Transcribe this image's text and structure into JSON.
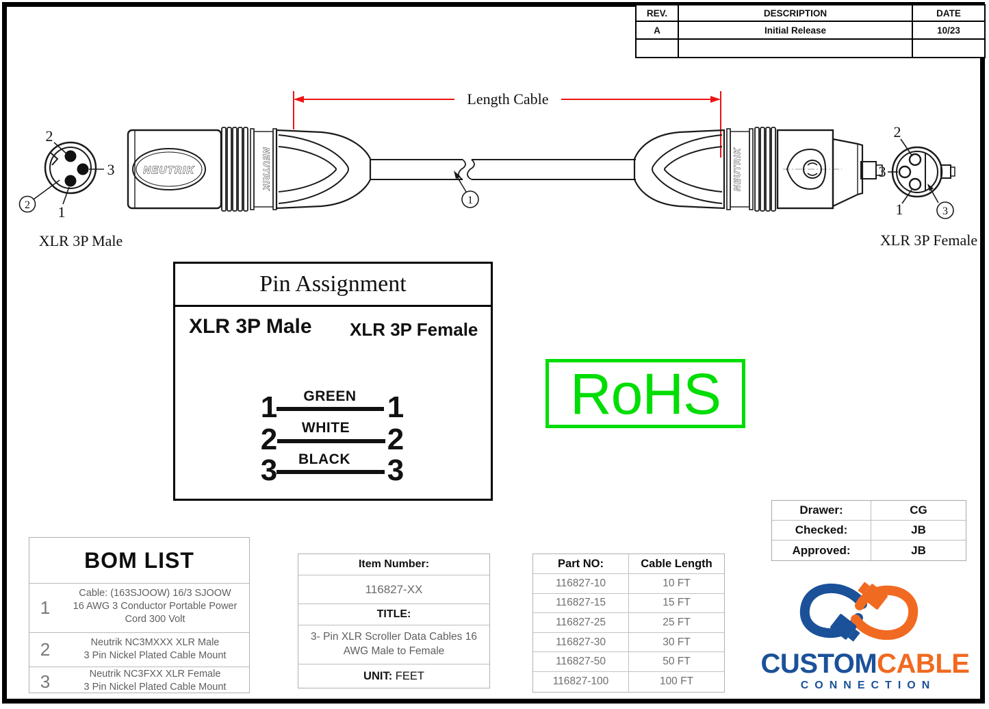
{
  "revision_table": {
    "headers": [
      "REV.",
      "DESCRIPTION",
      "DATE"
    ],
    "rows": [
      {
        "rev": "A",
        "description": "Initial Release",
        "date": "10/23"
      },
      {
        "rev": "",
        "description": "",
        "date": ""
      }
    ]
  },
  "drawing": {
    "length_label": "Length Cable",
    "brand": "NEUTRIK",
    "male": {
      "label": "XLR 3P Male",
      "pin_labels": {
        "p1": "1",
        "p2": "2",
        "p3": "3"
      },
      "balloon": "2"
    },
    "female": {
      "label": "XLR 3P Female",
      "pin_labels": {
        "p1": "1",
        "p2": "2",
        "p3": "3"
      },
      "balloon": "3"
    },
    "cable_balloon": "1"
  },
  "pin_assignment": {
    "title": "Pin Assignment",
    "left_header": "XLR 3P Male",
    "right_header": "XLR 3P Female",
    "rows": [
      {
        "left": "1",
        "wire": "GREEN",
        "right": "1"
      },
      {
        "left": "2",
        "wire": "WHITE",
        "right": "2"
      },
      {
        "left": "3",
        "wire": "BLACK",
        "right": "3"
      }
    ],
    "wire_colors": {
      "GREEN": "#00a651",
      "WHITE": "#ffffff",
      "BLACK": "#000000"
    }
  },
  "rohs": {
    "label": "RoHS",
    "color": "#00dd05"
  },
  "approval_table": {
    "rows": [
      {
        "label": "Drawer:",
        "value": "CG"
      },
      {
        "label": "Checked:",
        "value": "JB"
      },
      {
        "label": "Approved:",
        "value": "JB"
      }
    ]
  },
  "bom": {
    "title": "BOM LIST",
    "items": [
      {
        "no": "1",
        "lines": [
          "Cable: (163SJOOW) 16/3 SJOOW",
          "16 AWG 3 Conductor Portable Power",
          "Cord 300 Volt"
        ]
      },
      {
        "no": "2",
        "lines": [
          "Neutrik NC3MXXX XLR Male",
          "3 Pin Nickel Plated Cable Mount"
        ]
      },
      {
        "no": "3",
        "lines": [
          "Neutrik NC3FXX XLR Female",
          "3 Pin Nickel Plated Cable Mount"
        ]
      }
    ]
  },
  "item_info": {
    "item_number_label": "Item Number:",
    "item_number": "116827-XX",
    "title_label": "TITLE:",
    "title": "3- Pin XLR Scroller Data Cables 16 AWG Male to Female",
    "unit_label": "UNIT:",
    "unit": "FEET"
  },
  "part_table": {
    "headers": [
      "Part NO:",
      "Cable Length"
    ],
    "rows": [
      [
        "116827-10",
        "10 FT"
      ],
      [
        "116827-15",
        "15 FT"
      ],
      [
        "116827-25",
        "25 FT"
      ],
      [
        "116827-30",
        "30 FT"
      ],
      [
        "116827-50",
        "50 FT"
      ],
      [
        "116827-100",
        "100 FT"
      ]
    ]
  },
  "logo": {
    "custom": "CUSTOM",
    "cable": "CABLE",
    "connection": "CONNECTION",
    "blue": "#1b5199",
    "orange": "#f16a21"
  }
}
